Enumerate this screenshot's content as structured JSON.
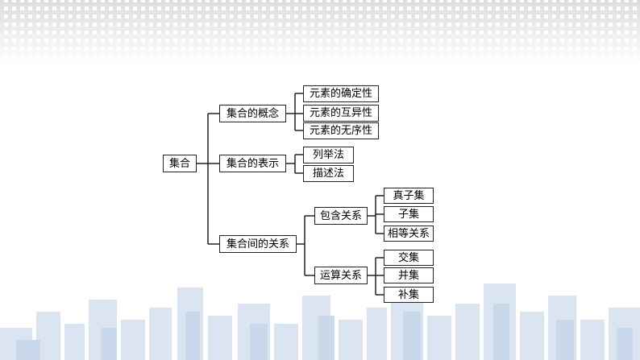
{
  "root": "集合",
  "concept": {
    "label": "集合的概念",
    "items": [
      "元素的确定性",
      "元素的互异性",
      "元素的无序性"
    ]
  },
  "representation": {
    "label": "集合的表示",
    "items": [
      "列举法",
      "描述法"
    ]
  },
  "relations": {
    "label": "集合间的关系",
    "inclusion": {
      "label": "包含关系",
      "items": [
        "真子集",
        "子集",
        "相等关系"
      ]
    },
    "operation": {
      "label": "运算关系",
      "items": [
        "交集",
        "并集",
        "补集"
      ]
    }
  },
  "colors": {
    "line": "#222222",
    "skyline": "#c9d8ea"
  }
}
